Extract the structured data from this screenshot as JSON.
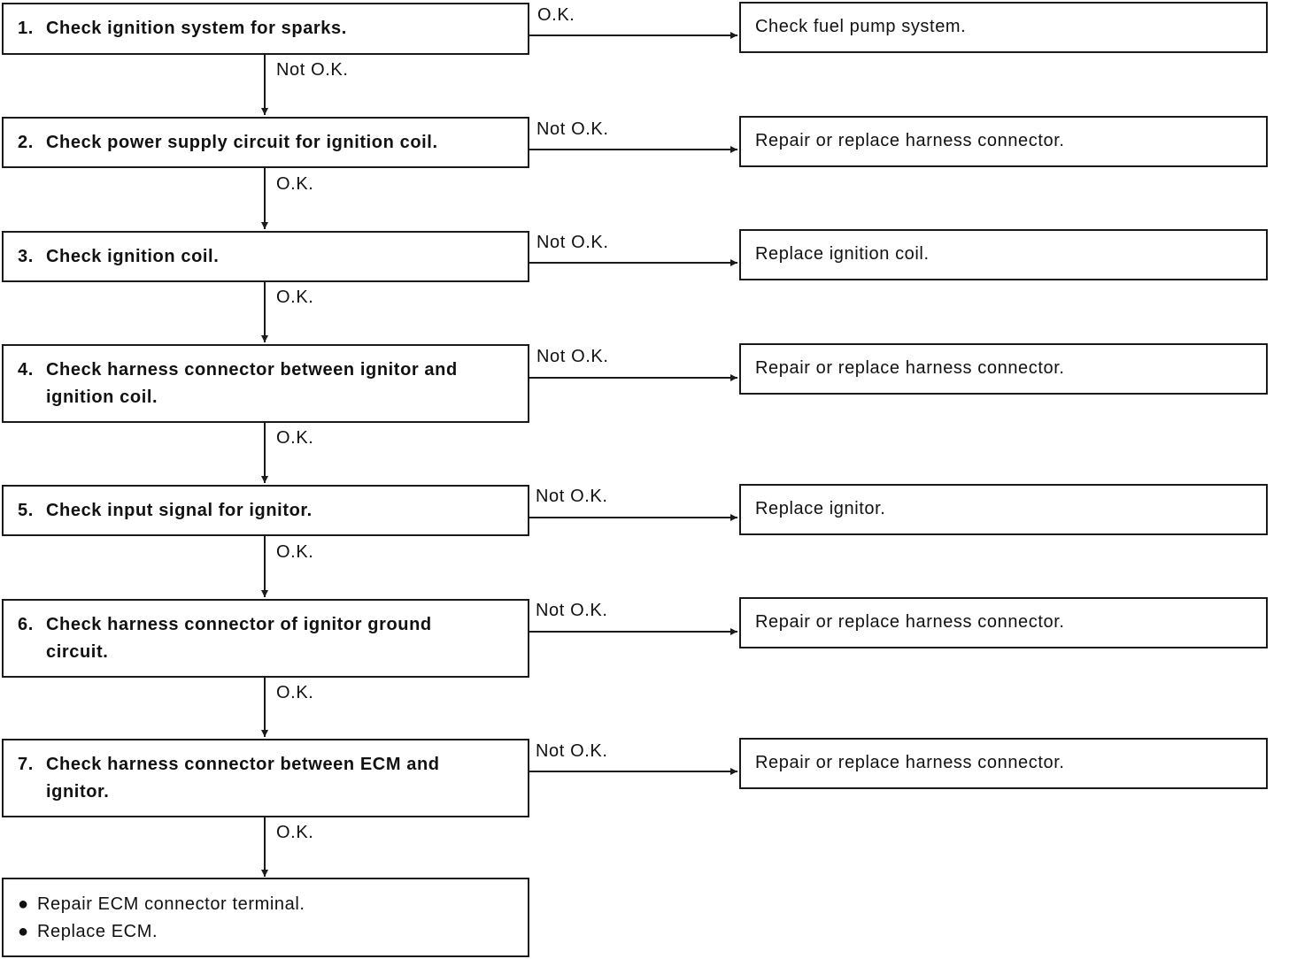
{
  "labels": {
    "ok": "O.K.",
    "not_ok": "Not O.K."
  },
  "steps": [
    {
      "num": "1.",
      "line1": "Check ignition system for sparks.",
      "line2": ""
    },
    {
      "num": "2.",
      "line1": "Check power supply circuit for ignition coil.",
      "line2": ""
    },
    {
      "num": "3.",
      "line1": "Check ignition coil.",
      "line2": ""
    },
    {
      "num": "4.",
      "line1": "Check harness connector between ignitor and",
      "line2": "ignition coil."
    },
    {
      "num": "5.",
      "line1": "Check input signal for ignitor.",
      "line2": ""
    },
    {
      "num": "6.",
      "line1": "Check harness connector of ignitor ground",
      "line2": "circuit."
    },
    {
      "num": "7.",
      "line1": "Check harness connector between ECM and",
      "line2": "ignitor."
    }
  ],
  "results": [
    "Check fuel pump system.",
    "Repair or replace harness connector.",
    "Replace ignition coil.",
    "Repair or replace harness connector.",
    "Replace ignitor.",
    "Repair or replace harness connector.",
    "Repair or replace harness connector."
  ],
  "final": {
    "bullet": "●",
    "items": [
      "Repair ECM connector terminal.",
      "Replace ECM."
    ]
  }
}
